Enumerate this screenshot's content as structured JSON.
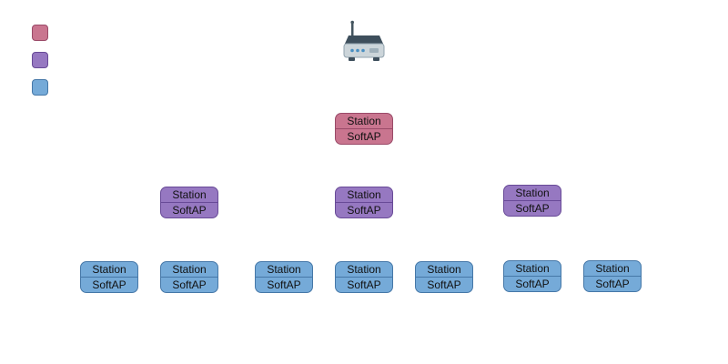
{
  "colors": {
    "root-fill": "#c9758f",
    "root-border": "#9a4a68",
    "intermediate-fill": "#9678c1",
    "intermediate-border": "#684a97",
    "leaf-fill": "#75aad8",
    "leaf-border": "#4678a8"
  },
  "legend": {
    "items": [
      {
        "id": "root-node-swatch",
        "color": "#c9758f"
      },
      {
        "id": "intermediate-parent-node-swatch",
        "color": "#9678c1"
      },
      {
        "id": "leaf-node-swatch",
        "color": "#75aad8"
      }
    ]
  },
  "router": {
    "icon": "wifi-router-icon"
  },
  "nodes": [
    {
      "tier": "root",
      "top": "Station",
      "bottom": "SoftAP"
    },
    {
      "tier": "intermediate",
      "top": "Station",
      "bottom": "SoftAP"
    },
    {
      "tier": "intermediate",
      "top": "Station",
      "bottom": "SoftAP"
    },
    {
      "tier": "intermediate",
      "top": "Station",
      "bottom": "SoftAP"
    },
    {
      "tier": "leaf",
      "top": "Station",
      "bottom": "SoftAP"
    },
    {
      "tier": "leaf",
      "top": "Station",
      "bottom": "SoftAP"
    },
    {
      "tier": "leaf",
      "top": "Station",
      "bottom": "SoftAP"
    },
    {
      "tier": "leaf",
      "top": "Station",
      "bottom": "SoftAP"
    },
    {
      "tier": "leaf",
      "top": "Station",
      "bottom": "SoftAP"
    },
    {
      "tier": "leaf",
      "top": "Station",
      "bottom": "SoftAP"
    },
    {
      "tier": "leaf",
      "top": "Station",
      "bottom": "SoftAP"
    }
  ]
}
